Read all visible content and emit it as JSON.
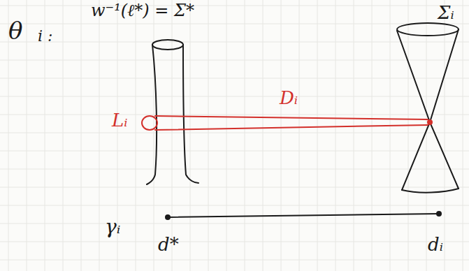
{
  "diagram": {
    "labels": [
      "θ",
      "i :",
      "w⁻¹(ℓ*) = Σ*",
      "Σᵢ",
      "Dᵢ",
      "Lᵢ",
      "γᵢ",
      "d*",
      "dᵢ"
    ]
  }
}
